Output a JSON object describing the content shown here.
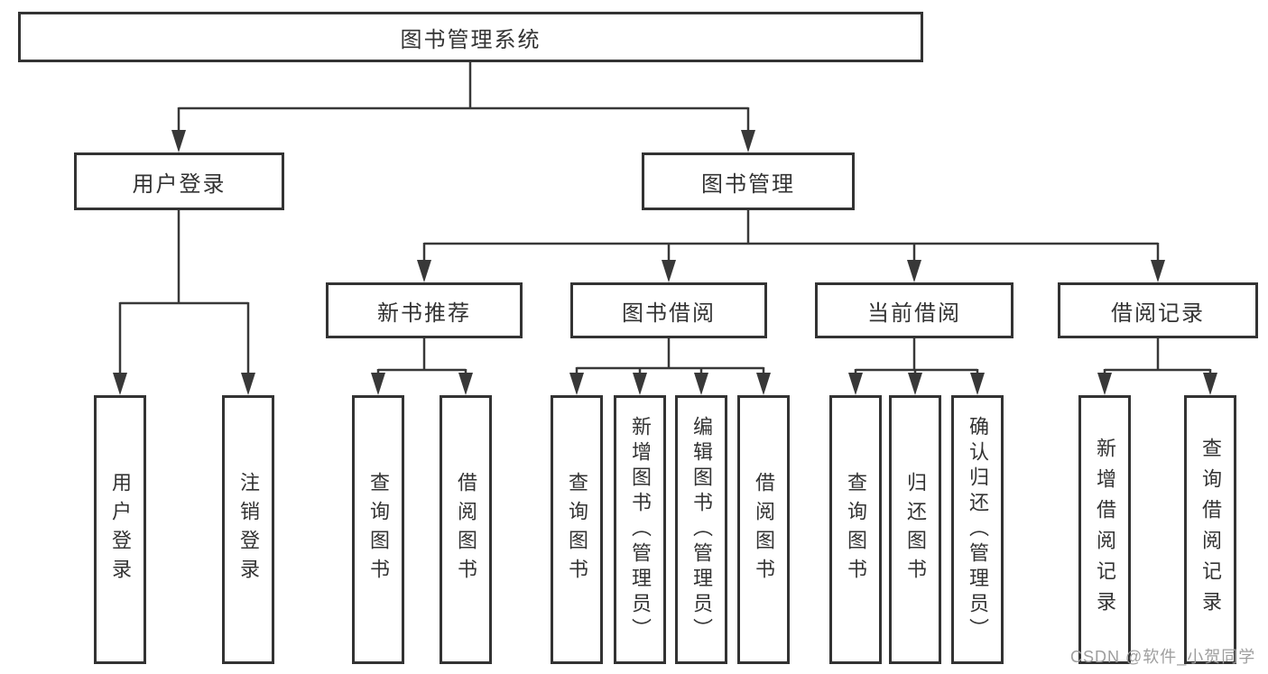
{
  "diagram_type": "hierarchy-diagram",
  "colors": {
    "line": "#383838",
    "border": "#333333",
    "text": "#333333",
    "box_bg": "#ffffff",
    "page_bg": "#ffffff",
    "watermark": "#9e9e9e"
  },
  "tree": {
    "label": "图书管理系统",
    "children": [
      {
        "label": "用户登录",
        "children": [
          {
            "label": "用户登录"
          },
          {
            "label": "注销登录"
          }
        ]
      },
      {
        "label": "图书管理",
        "children": [
          {
            "label": "新书推荐",
            "children": [
              {
                "label": "查询图书"
              },
              {
                "label": "借阅图书"
              }
            ]
          },
          {
            "label": "图书借阅",
            "children": [
              {
                "label": "查询图书"
              },
              {
                "label": "新增图书（管理员）"
              },
              {
                "label": "编辑图书（管理员）"
              },
              {
                "label": "借阅图书"
              }
            ]
          },
          {
            "label": "当前借阅",
            "children": [
              {
                "label": "查询图书"
              },
              {
                "label": "归还图书"
              },
              {
                "label": "确认归还（管理员）"
              }
            ]
          },
          {
            "label": "借阅记录",
            "children": [
              {
                "label": "新增借阅记录"
              },
              {
                "label": "查询借阅记录"
              }
            ]
          }
        ]
      }
    ]
  },
  "watermark": {
    "text": "CSDN @软件_小贺同学"
  }
}
